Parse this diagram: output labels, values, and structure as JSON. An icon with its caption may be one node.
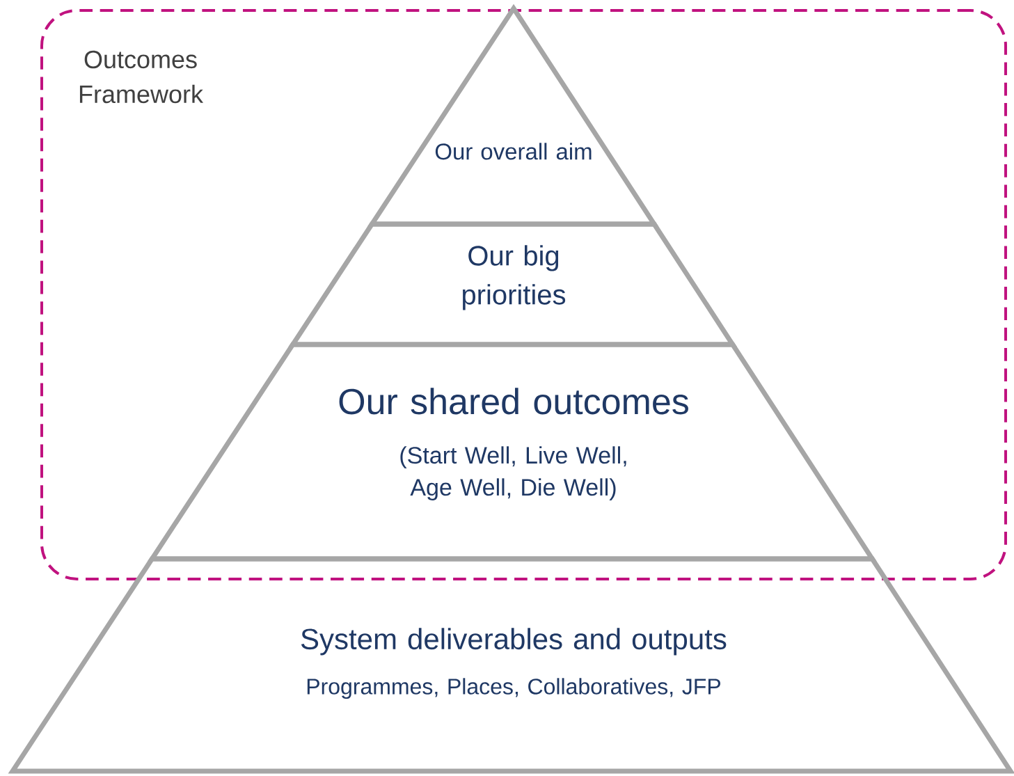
{
  "diagram": {
    "nodes": [
      {
        "text": [
          "Outcomes Framework"
        ]
      },
      {
        "text": [
          "Our overall aim"
        ],
        "in": 0
      },
      {
        "text": [
          "Our big priorities"
        ],
        "in": 0
      },
      {
        "text": [
          "Our shared outcomes",
          "(Start Well, Live Well, Age Well, Die Well)"
        ],
        "in": 0
      },
      {
        "text": [
          "System deliverables and outputs",
          "Programmes, Places, Collaboratives, JFP"
        ]
      }
    ]
  }
}
